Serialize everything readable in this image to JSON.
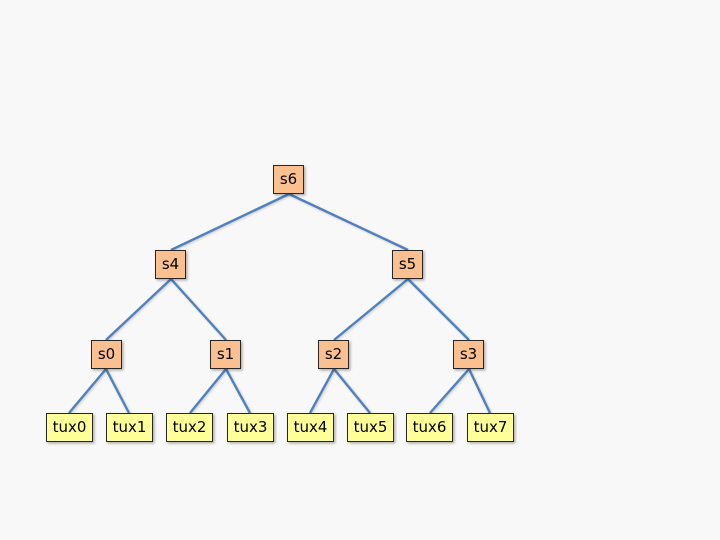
{
  "diagram": {
    "type": "binary-tree-topology",
    "colors": {
      "background": "#f8f8f8",
      "switch_fill": "#fac090",
      "host_fill": "#ffff99",
      "node_border": "#262626",
      "edge": "#4f81bd"
    },
    "nodes": [
      {
        "id": "s6",
        "label": "s6",
        "kind": "switch",
        "level": 0
      },
      {
        "id": "s4",
        "label": "s4",
        "kind": "switch",
        "level": 1
      },
      {
        "id": "s5",
        "label": "s5",
        "kind": "switch",
        "level": 1
      },
      {
        "id": "s0",
        "label": "s0",
        "kind": "switch",
        "level": 2
      },
      {
        "id": "s1",
        "label": "s1",
        "kind": "switch",
        "level": 2
      },
      {
        "id": "s2",
        "label": "s2",
        "kind": "switch",
        "level": 2
      },
      {
        "id": "s3",
        "label": "s3",
        "kind": "switch",
        "level": 2
      },
      {
        "id": "tux0",
        "label": "tux0",
        "kind": "host",
        "level": 3
      },
      {
        "id": "tux1",
        "label": "tux1",
        "kind": "host",
        "level": 3
      },
      {
        "id": "tux2",
        "label": "tux2",
        "kind": "host",
        "level": 3
      },
      {
        "id": "tux3",
        "label": "tux3",
        "kind": "host",
        "level": 3
      },
      {
        "id": "tux4",
        "label": "tux4",
        "kind": "host",
        "level": 3
      },
      {
        "id": "tux5",
        "label": "tux5",
        "kind": "host",
        "level": 3
      },
      {
        "id": "tux6",
        "label": "tux6",
        "kind": "host",
        "level": 3
      },
      {
        "id": "tux7",
        "label": "tux7",
        "kind": "host",
        "level": 3
      }
    ],
    "edges": [
      [
        "s6",
        "s4"
      ],
      [
        "s6",
        "s5"
      ],
      [
        "s4",
        "s0"
      ],
      [
        "s4",
        "s1"
      ],
      [
        "s5",
        "s2"
      ],
      [
        "s5",
        "s3"
      ],
      [
        "s0",
        "tux0"
      ],
      [
        "s0",
        "tux1"
      ],
      [
        "s1",
        "tux2"
      ],
      [
        "s1",
        "tux3"
      ],
      [
        "s2",
        "tux4"
      ],
      [
        "s2",
        "tux5"
      ],
      [
        "s3",
        "tux6"
      ],
      [
        "s3",
        "tux7"
      ]
    ]
  }
}
